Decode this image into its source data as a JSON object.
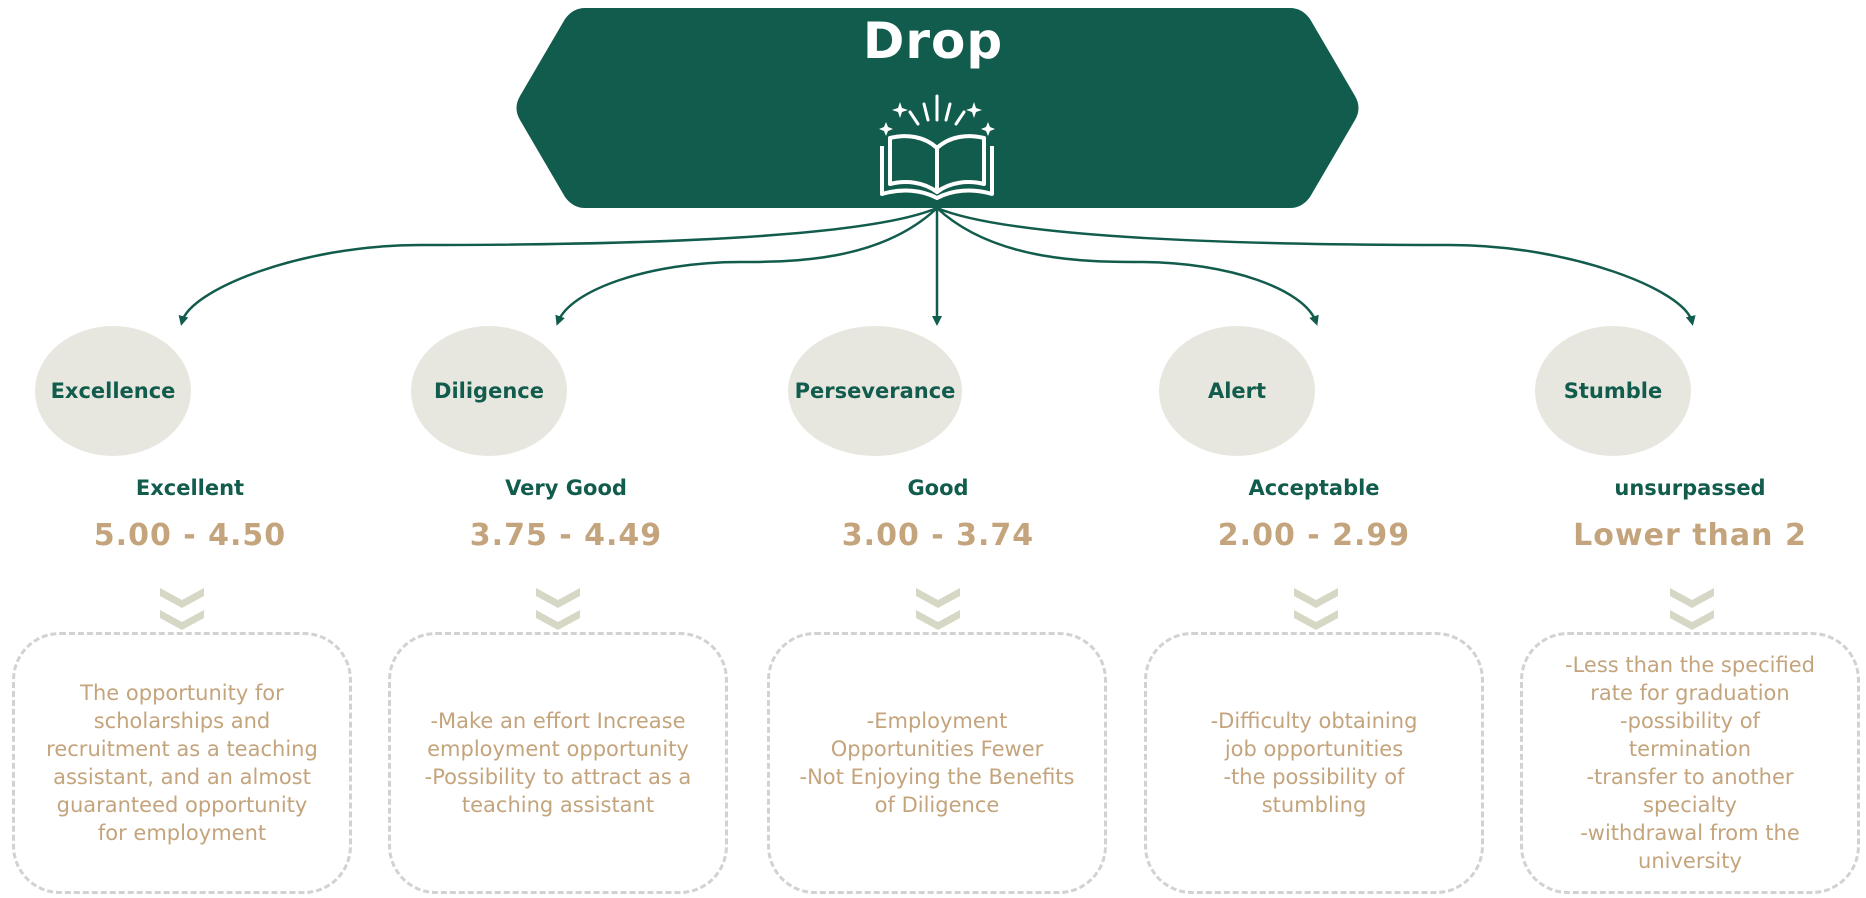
{
  "header": {
    "title": "Drop",
    "icon": "open-book-icon",
    "color": "#125c4d"
  },
  "colors": {
    "primary": "#125c4d",
    "circle": "#e8e7df",
    "accent": "#c4a47c",
    "chevron": "#d6d7c5",
    "box_border": "#d2d2d2"
  },
  "columns": [
    {
      "label": "Excellence",
      "grade": "Excellent",
      "range": "5.00 - 4.50",
      "description": "The opportunity for\nscholarships and\nrecruitment as a teaching\nassistant, and an almost\nguaranteed opportunity\nfor employment"
    },
    {
      "label": "Diligence",
      "grade": "Very Good",
      "range": "3.75 - 4.49",
      "description": "-Make an effort Increase\nemployment opportunity\n-Possibility to attract as a\nteaching assistant"
    },
    {
      "label": "Perseverance",
      "grade": "Good",
      "range": "3.00 - 3.74",
      "description": "-Employment\nOpportunities Fewer\n-Not Enjoying the Benefits\nof Diligence"
    },
    {
      "label": "Alert",
      "grade": "Acceptable",
      "range": "2.00 - 2.99",
      "description": "-Difficulty obtaining\njob opportunities\n-the possibility of\nstumbling"
    },
    {
      "label": "Stumble",
      "grade": "unsurpassed",
      "range": "Lower than 2",
      "description": "-Less than the specified\nrate for graduation\n-possibility of\ntermination\n-transfer to another\nspecialty\n-withdrawal from the\nuniversity"
    }
  ]
}
